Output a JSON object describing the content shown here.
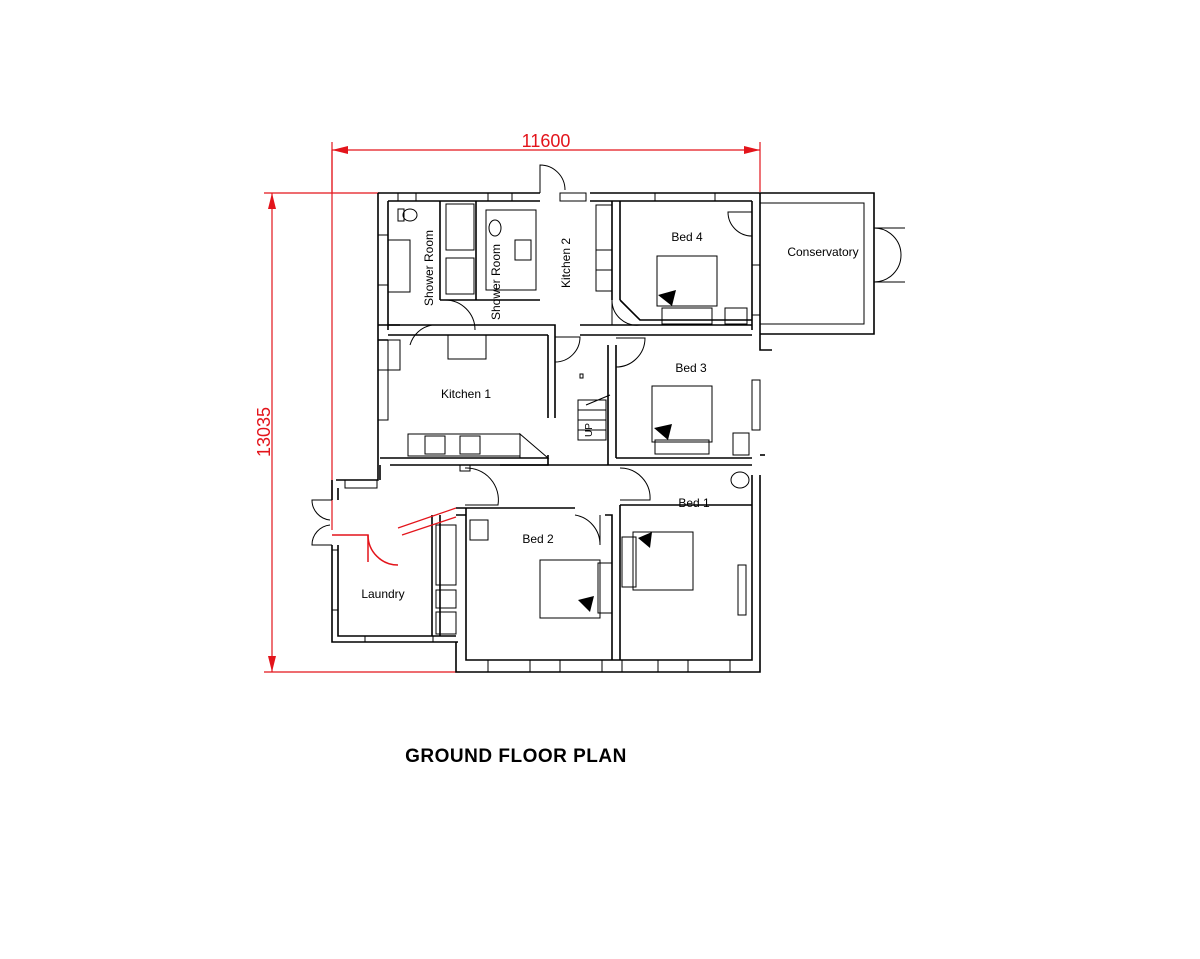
{
  "title": "GROUND FLOOR PLAN",
  "dimensions": {
    "width": "11600",
    "depth": "13035"
  },
  "rooms": {
    "shower_room_1": "Shower Room",
    "shower_room_2": "Shower Room",
    "kitchen_2": "Kitchen 2",
    "bed_4": "Bed 4",
    "conservatory": "Conservatory",
    "kitchen_1": "Kitchen 1",
    "bed_3": "Bed 3",
    "bed_1": "Bed 1",
    "bed_2": "Bed 2",
    "laundry": "Laundry"
  },
  "stair_label": "UP",
  "colors": {
    "dimension": "#e3141b",
    "wall": "#000000",
    "background": "#ffffff"
  }
}
